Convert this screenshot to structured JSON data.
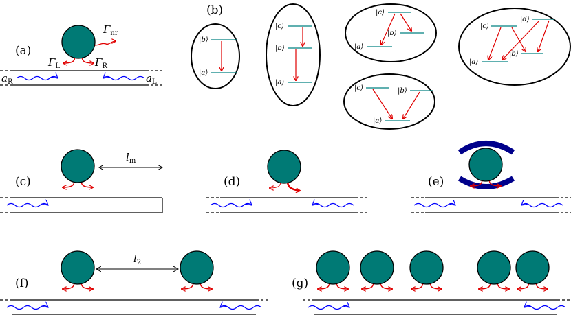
{
  "colors": {
    "atom_fill": "#007a75",
    "atom_stroke": "#000000",
    "emission": "#e00000",
    "wave": "#0000ff",
    "level_line": "#008080",
    "cavity_mirror": "#00008b"
  },
  "panels": {
    "a": "(a)",
    "b": "(b)",
    "c": "(c)",
    "d": "(d)",
    "e": "(e)",
    "f": "(f)",
    "g": "(g)"
  },
  "labels": {
    "gamma_nr_main": "Γ",
    "gamma_nr_sub": "nr",
    "gamma_l_main": "Γ",
    "gamma_l_sub": "L",
    "gamma_r_main": "Γ",
    "gamma_r_sub": "R",
    "a_r_main": "a",
    "a_r_sub": "R",
    "a_l_main": "a",
    "a_l_sub": "L",
    "l_m_main": "l",
    "l_m_sub": "m",
    "l_2_main": "l",
    "l_2_sub": "2"
  },
  "levels": {
    "a": "|a⟩",
    "b": "|b⟩",
    "c": "|c⟩",
    "d": "|d⟩"
  },
  "icons": [
    "atom-icon",
    "wave-arrow-icon",
    "emission-arrow-icon",
    "waveguide-icon",
    "cavity-mirror-icon"
  ]
}
